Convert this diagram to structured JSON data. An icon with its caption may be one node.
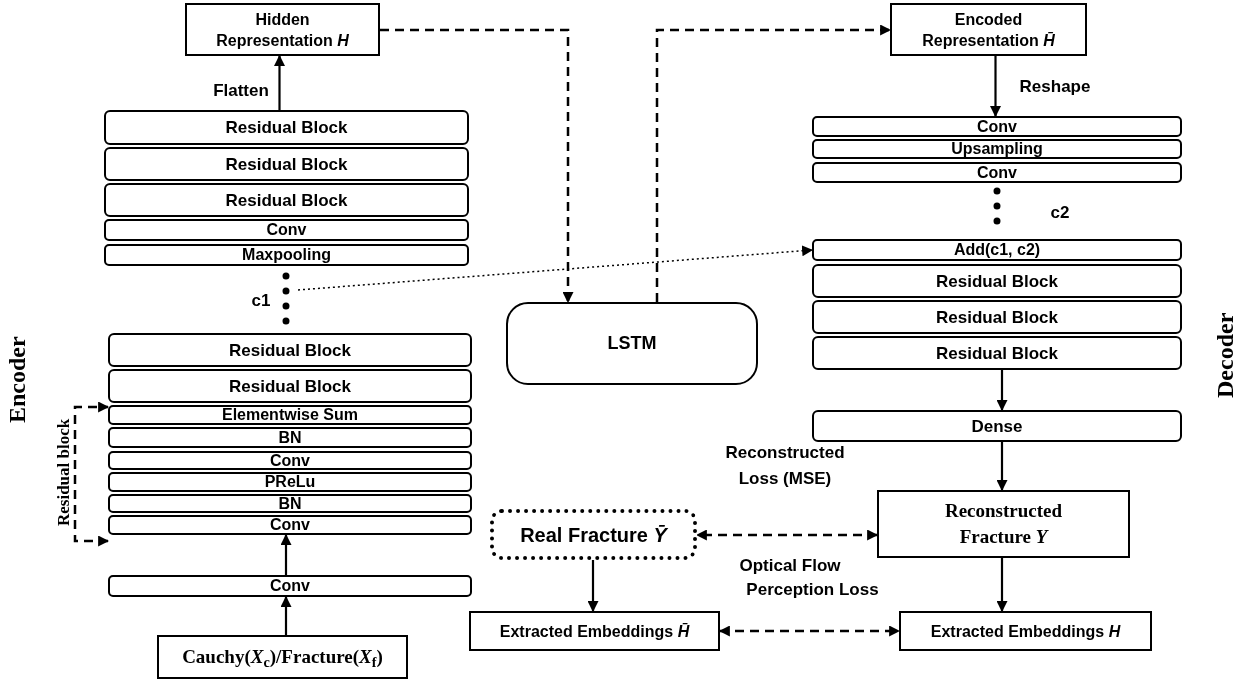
{
  "diagram": {
    "nodes": [
      {
        "text": [
          "Hidden Representation *H*"
        ]
      },
      {
        "text": [
          "Residual Block"
        ]
      },
      {
        "text": [
          "Residual Block"
        ]
      },
      {
        "text": [
          "Residual Block"
        ]
      },
      {
        "text": [
          "Conv"
        ]
      },
      {
        "text": [
          "Maxpooling"
        ]
      },
      {
        "text": [
          "Residual Block"
        ]
      },
      {
        "text": [
          "Residual Block"
        ]
      },
      {
        "text": [
          "Elementwise Sum"
        ]
      },
      {
        "text": [
          "BN"
        ]
      },
      {
        "text": [
          "Conv"
        ]
      },
      {
        "text": [
          "PReLu"
        ]
      },
      {
        "text": [
          "BN"
        ]
      },
      {
        "text": [
          "Conv"
        ]
      },
      {
        "text": [
          "Conv"
        ]
      },
      {
        "text": [
          "Cauchy(*X*$_{c}$)/Fracture(*X*$_{f}$)"
        ]
      },
      {
        "text": [
          "LSTM"
        ]
      },
      {
        "text": [
          "Encoded Representation *H̄*"
        ]
      },
      {
        "text": [
          "Conv"
        ]
      },
      {
        "text": [
          "Upsampling"
        ]
      },
      {
        "text": [
          "Conv"
        ]
      },
      {
        "text": [
          "Add(c1, c2)"
        ]
      },
      {
        "text": [
          "Residual Block"
        ]
      },
      {
        "text": [
          "Residual Block"
        ]
      },
      {
        "text": [
          "Residual Block"
        ]
      },
      {
        "text": [
          "Dense"
        ]
      },
      {
        "text": [
          "Reconstructed Fracture *Y*"
        ]
      },
      {
        "text": [
          "Real Fracture *Ȳ*"
        ]
      },
      {
        "text": [
          "Extracted Embeddings *H̄*"
        ]
      },
      {
        "text": [
          "Extracted Embeddings *H*"
        ]
      }
    ],
    "edges": [
      {
        "from": 1,
        "to": 0,
        "arrow": "to",
        "label": "Flatten"
      },
      {
        "from": 0,
        "to": 16,
        "arrow": "to",
        "style": "dashed"
      },
      {
        "from": 16,
        "to": 17,
        "arrow": "to",
        "style": "dashed"
      },
      {
        "from": 17,
        "to": 18,
        "arrow": "to",
        "label": "Reshape"
      },
      {
        "from": 5,
        "to": 6,
        "arrow": "none",
        "style": "dashed",
        "label": "c1"
      },
      {
        "from": null,
        "to": 21,
        "arrow": "to",
        "style": "dashed"
      },
      {
        "from": 20,
        "to": 21,
        "arrow": "none",
        "style": "dashed",
        "label": "c2"
      },
      {
        "from": 13,
        "to": 8,
        "arrow": "both",
        "style": "dashed",
        "label": "Residual block"
      },
      {
        "from": 14,
        "to": 13,
        "arrow": "to"
      },
      {
        "from": 15,
        "to": 14,
        "arrow": "to"
      },
      {
        "from": 24,
        "to": 25,
        "arrow": "to"
      },
      {
        "from": 25,
        "to": 26,
        "arrow": "to"
      },
      {
        "from": 26,
        "to": 27,
        "arrow": "both",
        "style": "dashed",
        "label": "Reconstructed Loss (MSE)"
      },
      {
        "from": 27,
        "to": 28,
        "arrow": "to"
      },
      {
        "from": 26,
        "to": 29,
        "arrow": "to"
      },
      {
        "from": 28,
        "to": 29,
        "arrow": "both",
        "style": "dashed",
        "label": "Perception Loss"
      }
    ],
    "labels": [
      "Optical Flow",
      "Encoder",
      "Decoder"
    ]
  }
}
